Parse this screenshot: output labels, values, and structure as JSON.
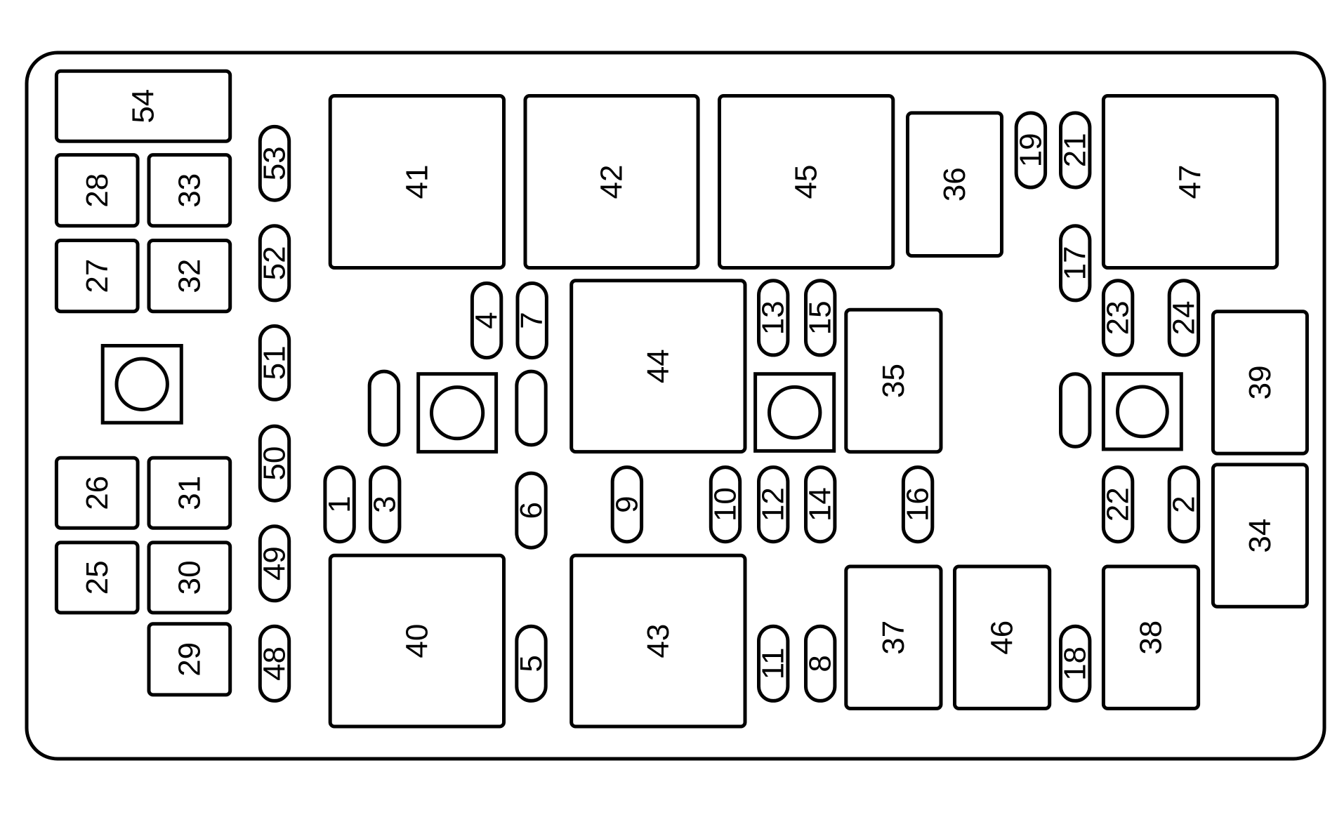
{
  "title": "",
  "colors": {
    "line": "#000000",
    "background": "#ffffff"
  },
  "components": {
    "1": "1",
    "2": "2",
    "3": "3",
    "4": "4",
    "5": "5",
    "6": "6",
    "7": "7",
    "8": "8",
    "9": "9",
    "10": "10",
    "11": "11",
    "12": "12",
    "13": "13",
    "14": "14",
    "15": "15",
    "16": "16",
    "17": "17",
    "18": "18",
    "19": "19",
    "21": "21",
    "22": "22",
    "23": "23",
    "24": "24",
    "25": "25",
    "26": "26",
    "27": "27",
    "28": "28",
    "29": "29",
    "30": "30",
    "31": "31",
    "32": "32",
    "33": "33",
    "34": "34",
    "35": "35",
    "36": "36",
    "37": "37",
    "38": "38",
    "39": "39",
    "40": "40",
    "41": "41",
    "42": "42",
    "43": "43",
    "44": "44",
    "45": "45",
    "46": "46",
    "47": "47",
    "48": "48",
    "49": "49",
    "50": "50",
    "51": "51",
    "52": "52",
    "53": "53",
    "54": "54"
  }
}
